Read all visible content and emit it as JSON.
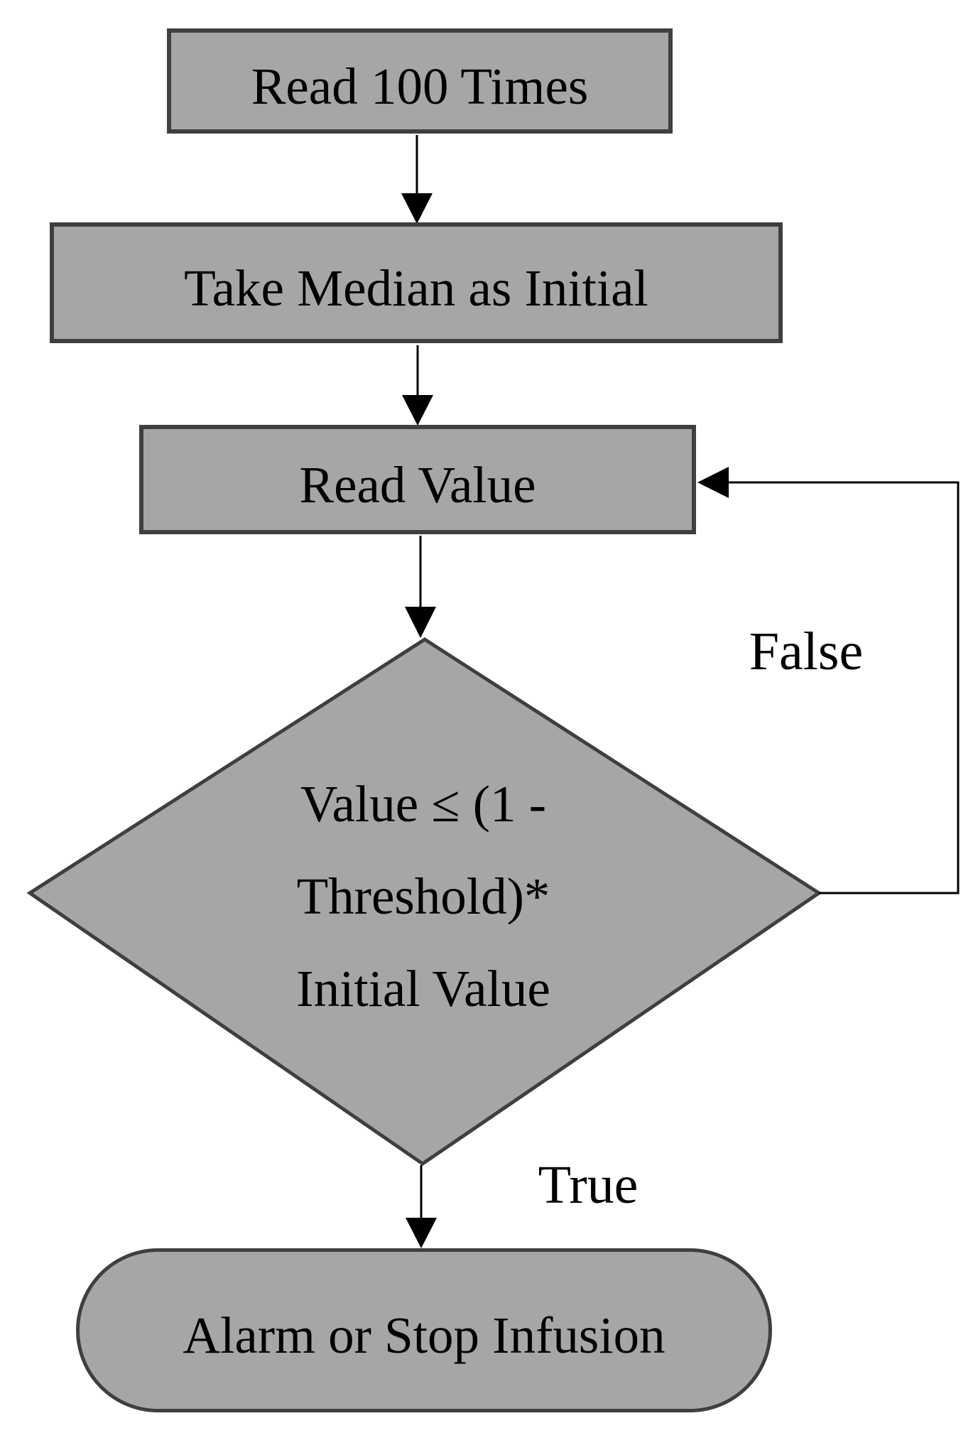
{
  "diagram": {
    "type": "flowchart",
    "nodes": [
      {
        "id": "read100",
        "shape": "rectangle",
        "label": "Read 100 Times"
      },
      {
        "id": "median",
        "shape": "rectangle",
        "label": "Take Median as Initial"
      },
      {
        "id": "readvalue",
        "shape": "rectangle",
        "label": "Read Value"
      },
      {
        "id": "decision",
        "shape": "diamond",
        "label": "Value ≤ (1 - Threshold)* Initial Value",
        "lines": [
          "Value ≤ (1 -",
          "Threshold)*",
          "Initial Value"
        ]
      },
      {
        "id": "alarm",
        "shape": "stadium",
        "label": "Alarm or Stop Infusion"
      }
    ],
    "edges": [
      {
        "from": "read100",
        "to": "median",
        "label": ""
      },
      {
        "from": "median",
        "to": "readvalue",
        "label": ""
      },
      {
        "from": "readvalue",
        "to": "decision",
        "label": ""
      },
      {
        "from": "decision",
        "to": "alarm",
        "label": "True"
      },
      {
        "from": "decision",
        "to": "readvalue",
        "label": "False"
      }
    ],
    "labels": {
      "true": "True",
      "false": "False"
    },
    "colors": {
      "background": "#ffffff",
      "node_fill": "#a6a6a6",
      "node_border": "#3f3f3f",
      "connector": "#000000",
      "text": "#000000"
    }
  }
}
